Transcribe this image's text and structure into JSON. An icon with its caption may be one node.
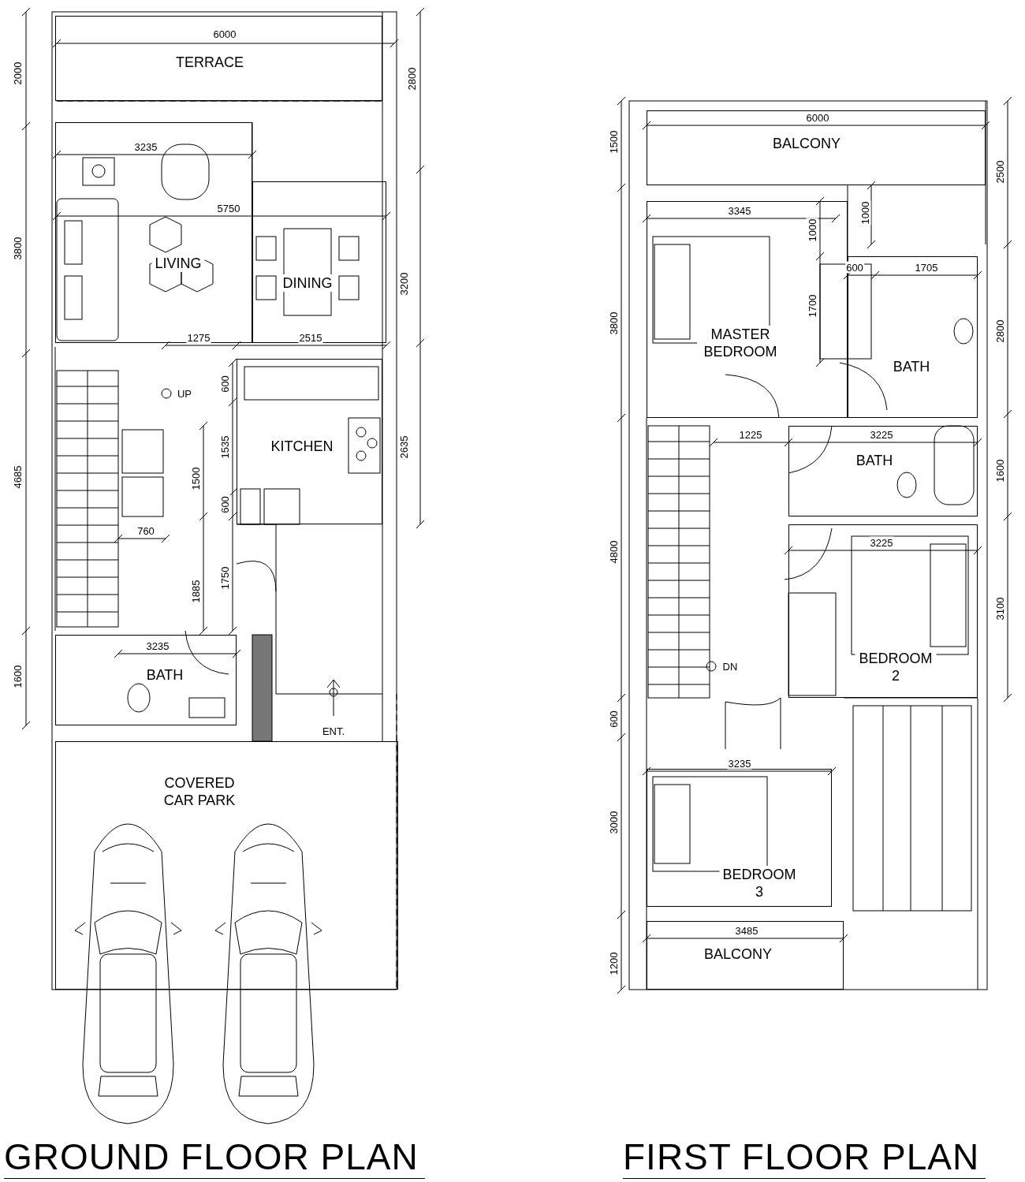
{
  "diagram": {
    "nodes": [
      {
        "text": [
          "GROUND FLOOR PLAN"
        ]
      },
      {
        "text": [
          "TERRACE"
        ],
        "in": 0
      },
      {
        "text": [
          "LIVING"
        ],
        "in": 0
      },
      {
        "text": [
          "DINING"
        ],
        "in": 0
      },
      {
        "text": [
          "KITCHEN"
        ],
        "in": 0
      },
      {
        "text": [
          "BATH"
        ],
        "in": 0
      },
      {
        "text": [
          "COVERED CAR PARK"
        ],
        "in": 0
      },
      {
        "text": [
          "FIRST FLOOR PLAN"
        ]
      },
      {
        "text": [
          "BALCONY"
        ],
        "in": 7
      },
      {
        "text": [
          "MASTER BEDROOM"
        ],
        "in": 7
      },
      {
        "text": [
          "BATH"
        ],
        "in": 7
      },
      {
        "text": [
          "BATH"
        ],
        "in": 7
      },
      {
        "text": [
          "BEDROOM 2"
        ],
        "in": 7
      },
      {
        "text": [
          "BEDROOM 3"
        ],
        "in": 7
      },
      {
        "text": [
          "BALCONY"
        ],
        "in": 7
      }
    ],
    "edges": [],
    "labels": [
      "6000",
      "2000",
      "2800",
      "3235",
      "5750",
      "3800",
      "3200",
      "1275",
      "2515",
      "600",
      "UP",
      "1535",
      "1500",
      "2635",
      "4685",
      "600",
      "760",
      "1885",
      "1750",
      "3235",
      "1600",
      "ENT.",
      "1500",
      "6000",
      "2500",
      "3345",
      "1000",
      "1000",
      "3800",
      "600",
      "1705",
      "1700",
      "2800",
      "1225",
      "3225",
      "1600",
      "3225",
      "4800",
      "3100",
      "DN",
      "600",
      "3235",
      "3000",
      "3485",
      "1200"
    ]
  }
}
